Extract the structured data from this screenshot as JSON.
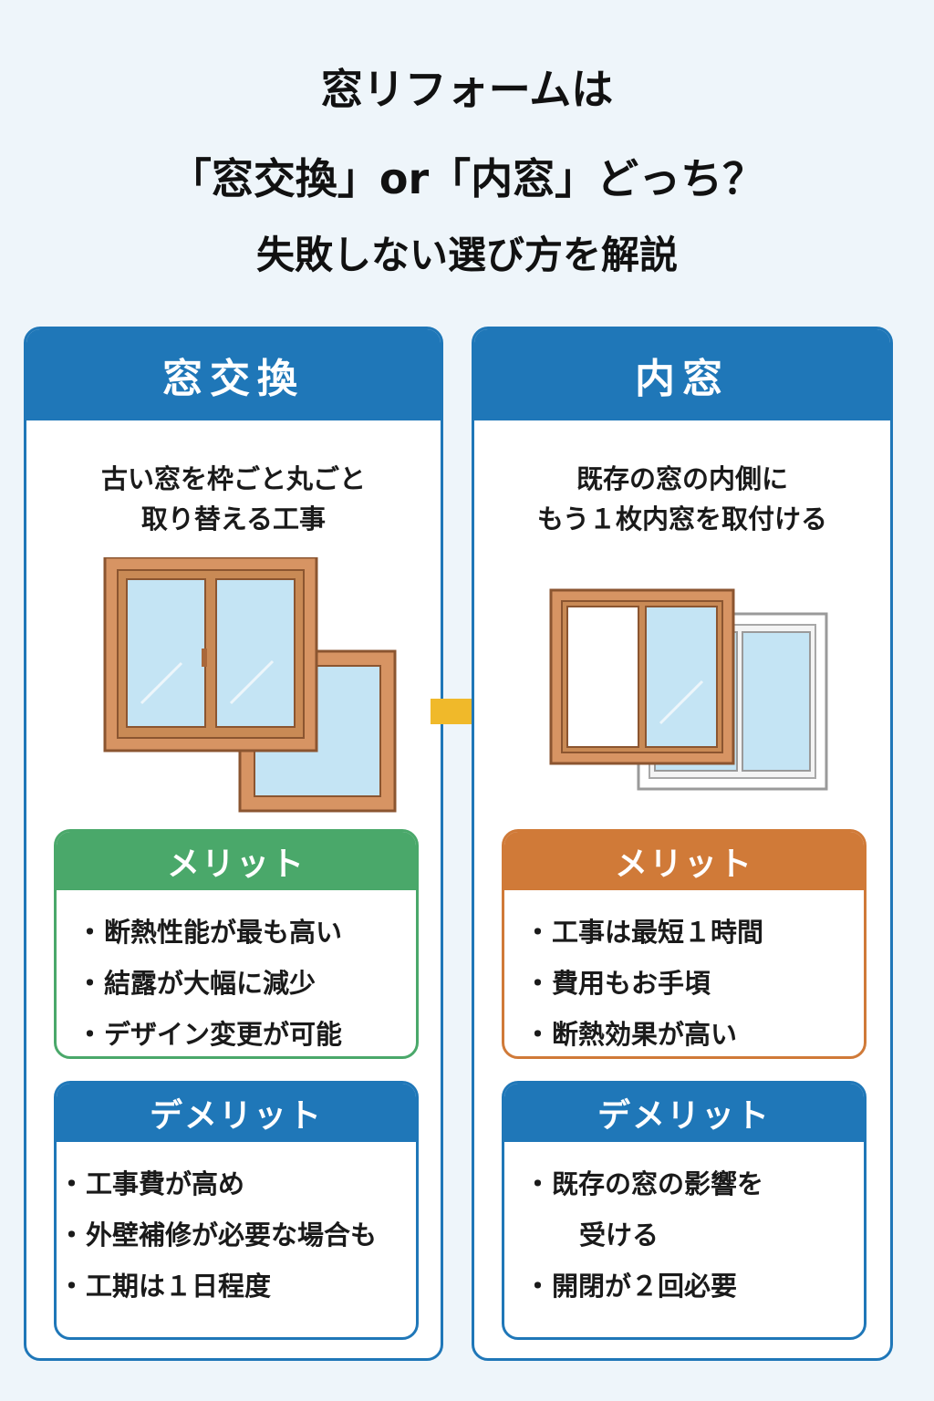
{
  "header": {
    "line1": "窓リフォームは",
    "line2": "「窓交換」or「内窓」どっち？",
    "line3": "失敗しない選び方を解説"
  },
  "left": {
    "title": "窓交換",
    "desc": [
      "古い窓を枠ごと丸ごと",
      "取り替える工事"
    ],
    "merit": {
      "title": "メリット",
      "items": [
        "断熱性能が最も高い",
        "結露が大幅に減少",
        "デザイン変更が可能"
      ]
    },
    "demerit": {
      "title": "デメリット",
      "items": [
        "工事費が高め",
        "外壁補修が必要な場合も",
        "工期は１日程度"
      ]
    }
  },
  "right": {
    "title": "内窓",
    "desc": [
      "既存の窓の内側に",
      "もう１枚内窓を取付ける"
    ],
    "merit": {
      "title": "メリット",
      "items": [
        "工事は最短１時間",
        "費用もお手頃",
        "断熱効果が高い"
      ]
    },
    "demerit": {
      "title": "デメリット",
      "items": [
        "既存の窓の影響を",
        "受ける",
        "開閉が２回必要"
      ]
    }
  },
  "colors": {
    "primary_blue": "#1f77b8",
    "merit_green": "#4aa86a",
    "merit_orange": "#d07a38",
    "arrow_yellow": "#f0b92a",
    "wood": "#c98a55"
  },
  "icons": [
    "old-window-icon",
    "new-window-icon",
    "arrow-right-icon",
    "inner-window-icon",
    "existing-window-icon"
  ]
}
